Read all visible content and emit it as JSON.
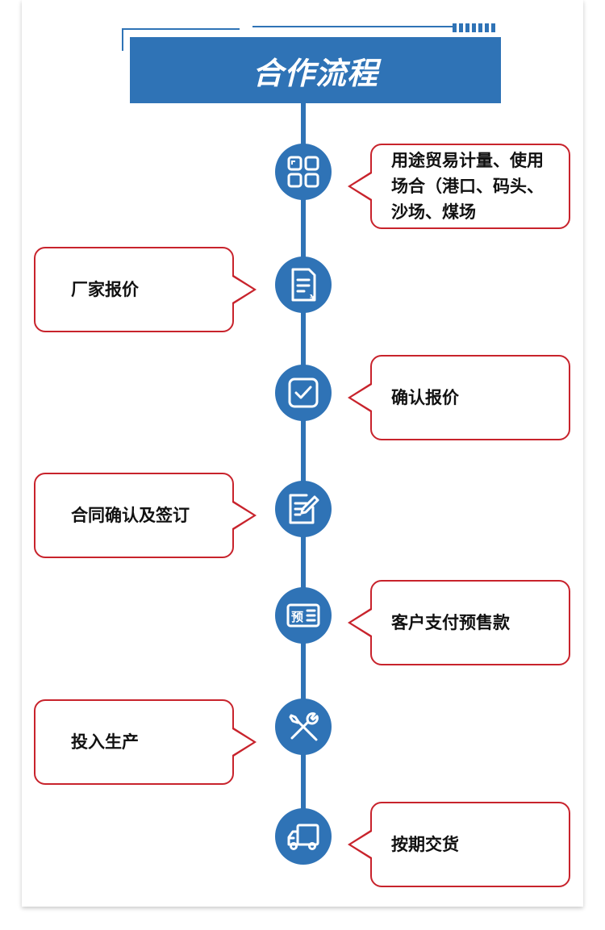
{
  "header": {
    "title": "合作流程"
  },
  "colors": {
    "primary_blue": "#2f73b6",
    "bubble_border_red": "#c8232c"
  },
  "steps": [
    {
      "label": "用途贸易计量、使用场合（港口、码头、沙场、煤场",
      "icon": "grid-icon",
      "side": "right"
    },
    {
      "label": "厂家报价",
      "icon": "quote-document-icon",
      "side": "left"
    },
    {
      "label": "确认报价",
      "icon": "checkbox-icon",
      "side": "right"
    },
    {
      "label": "合同确认及签订",
      "icon": "edit-document-icon",
      "side": "left"
    },
    {
      "label": "客户支付预售款",
      "icon": "prepay-icon",
      "side": "right"
    },
    {
      "label": "投入生产",
      "icon": "tools-icon",
      "side": "left"
    },
    {
      "label": "按期交货",
      "icon": "truck-icon",
      "side": "right"
    }
  ],
  "prepay_icon_text": "预"
}
